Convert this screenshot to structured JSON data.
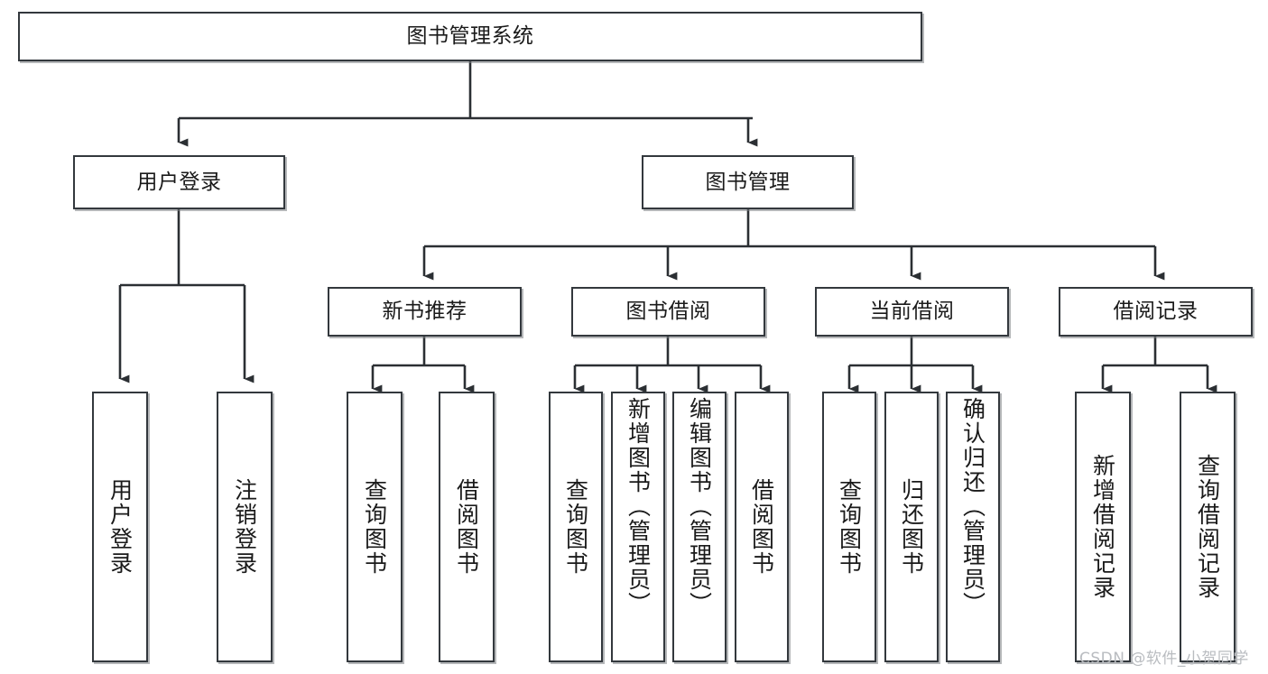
{
  "diagram": {
    "type": "tree",
    "title": "图书管理系统",
    "colors": {
      "box_border": "#33383d",
      "box_fill": "#ffffff",
      "edge": "#2b2f33",
      "text": "#1a1a1a",
      "watermark": "#b9bcc0"
    },
    "root": {
      "label": "图书管理系统"
    },
    "level2": [
      {
        "label": "用户登录"
      },
      {
        "label": "图书管理"
      }
    ],
    "level3": [
      {
        "label": "新书推荐"
      },
      {
        "label": "图书借阅"
      },
      {
        "label": "当前借阅"
      },
      {
        "label": "借阅记录"
      }
    ],
    "leaves": {
      "user_login": [
        {
          "label": "用户登录"
        },
        {
          "label": "注销登录"
        }
      ],
      "new_book_recommend": [
        {
          "label": "查询图书"
        },
        {
          "label": "借阅图书"
        }
      ],
      "book_borrow": [
        {
          "label": "查询图书"
        },
        {
          "label": "新增图书（管理员）"
        },
        {
          "label": "编辑图书（管理员）"
        },
        {
          "label": "借阅图书"
        }
      ],
      "current_borrow": [
        {
          "label": "查询图书"
        },
        {
          "label": "归还图书"
        },
        {
          "label": "确认归还（管理员）"
        }
      ],
      "borrow_records": [
        {
          "label": "新增借阅记录"
        },
        {
          "label": "查询借阅记录"
        }
      ]
    }
  },
  "watermark": {
    "text": "CSDN @软件_小贺同学"
  }
}
